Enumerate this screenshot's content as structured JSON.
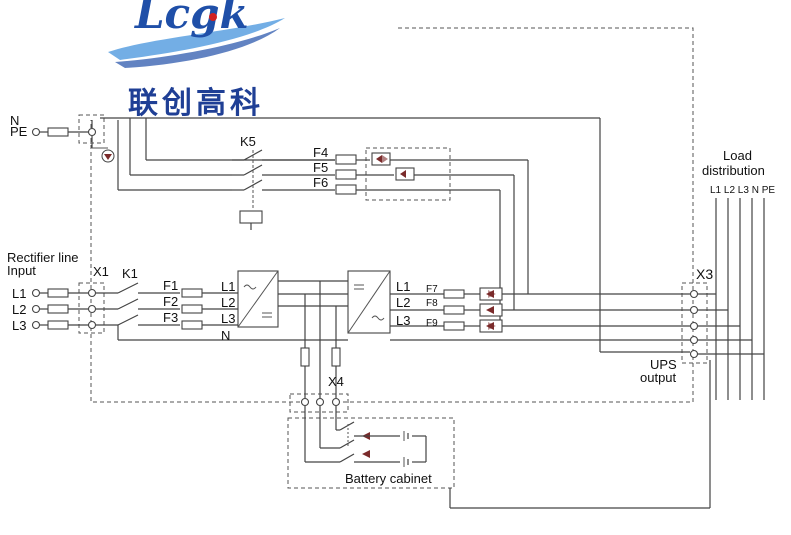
{
  "logo": {
    "brand": "Lcgk",
    "chinese_name": "联创高科",
    "colors": {
      "blue": "#1f4fa8",
      "red": "#d02020",
      "swoosh": "#5aa0e0"
    }
  },
  "labels": {
    "n_input": "N",
    "pe_input": "PE",
    "k5": "K5",
    "f4": "F4",
    "f5": "F5",
    "f6": "F6",
    "rectifier_line": "Rectifier line",
    "input": "Input",
    "x1": "X1",
    "k1": "K1",
    "l1": "L1",
    "l2": "L2",
    "l3": "L3",
    "f1": "F1",
    "f2": "F2",
    "f3": "F3",
    "rect_l1": "L1",
    "rect_l2": "L2",
    "rect_l3": "L3",
    "rect_n": "N",
    "inv_l1": "L1",
    "inv_l2": "L2",
    "inv_l3": "L3",
    "f7": "F7",
    "f8": "F8",
    "f9": "F9",
    "x3": "X3",
    "x4": "X4",
    "ups_output": "UPS",
    "ups_output_2": "output",
    "load": "Load",
    "distribution": "distribution",
    "load_terminals": "L1 L2 L3 N PE",
    "battery_cabinet": "Battery cabinet"
  },
  "colors": {
    "wire": "#444444",
    "diode": "#7a2a2a",
    "text": "#111111"
  }
}
